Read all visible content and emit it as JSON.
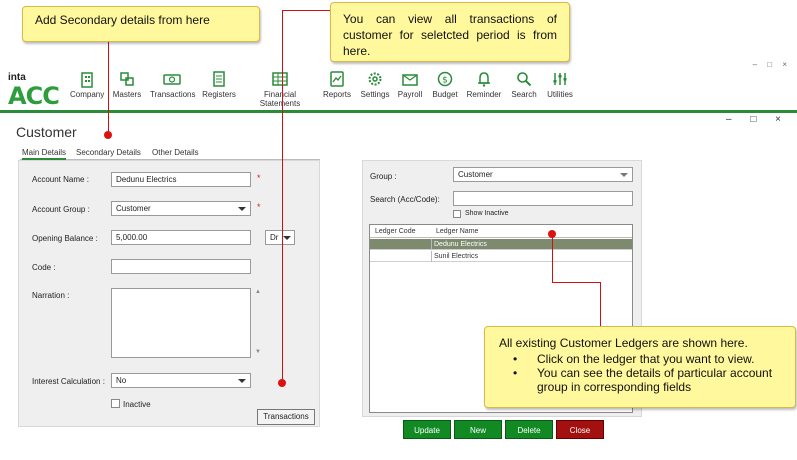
{
  "app": {
    "logo_small": "inta",
    "logo_big": "ACC",
    "page_title": "Customer"
  },
  "toolbar": {
    "items": [
      {
        "label": "Company",
        "icon": "building-icon"
      },
      {
        "label": "Masters",
        "icon": "masters-icon"
      },
      {
        "label": "Transactions",
        "icon": "money-icon"
      },
      {
        "label": "Registers",
        "icon": "register-book-icon"
      },
      {
        "label": "Financial Statements",
        "icon": "spreadsheet-icon"
      },
      {
        "label": "Reports",
        "icon": "report-icon"
      },
      {
        "label": "Settings",
        "icon": "gear-icon"
      },
      {
        "label": "Payroll",
        "icon": "payroll-icon"
      },
      {
        "label": "Budget",
        "icon": "budget-icon"
      },
      {
        "label": "Reminder",
        "icon": "bell-icon"
      },
      {
        "label": "Search",
        "icon": "search-icon"
      },
      {
        "label": "Utilities",
        "icon": "utilities-icon"
      }
    ]
  },
  "window_controls": {
    "minimize": "–",
    "maximize": "□",
    "close": "×"
  },
  "tabs": [
    "Main Details",
    "Secondary Details",
    "Other Details"
  ],
  "form": {
    "account_name_label": "Account Name :",
    "account_name_value": "Dedunu Electrics",
    "account_group_label": "Account Group :",
    "account_group_value": "Customer",
    "opening_balance_label": "Opening Balance :",
    "opening_balance_value": "5,000.00",
    "dr_cr_value": "Dr",
    "code_label": "Code :",
    "code_value": "",
    "narration_label": "Narration :",
    "interest_label": "Interest Calculation :",
    "interest_value": "No",
    "inactive_label": "Inactive",
    "transactions_button": "Transactions",
    "required_mark": "*"
  },
  "search_panel": {
    "group_label": "Group :",
    "group_value": "Customer",
    "search_label": "Search (Acc/Code):",
    "search_value": "",
    "show_inactive_label": "Show Inactive",
    "columns": [
      "Ledger Code",
      "Ledger Name"
    ],
    "rows": [
      {
        "code": "",
        "name": "Dedunu Electrics",
        "selected": true
      },
      {
        "code": "",
        "name": "Sunil Electrics",
        "selected": false
      }
    ]
  },
  "actions": {
    "update": "Update",
    "new": "New",
    "delete": "Delete",
    "close": "Close"
  },
  "callouts": {
    "secondary": "Add Secondary details from here",
    "transactions": "You can view all transactions of customer for seletcted period is from here.",
    "ledgers_title": "All existing Customer Ledgers are shown here.",
    "ledgers_bullets": [
      "Click on the ledger that you want to view.",
      "You  can see the details of particular account group in corresponding fields"
    ]
  },
  "colors": {
    "brand_green": "#2a8b3a",
    "button_green": "#118a24",
    "button_red": "#a21010",
    "callout_yellow": "#fff89c",
    "selection": "#7d8a6e",
    "connector_red": "#cc1111"
  }
}
